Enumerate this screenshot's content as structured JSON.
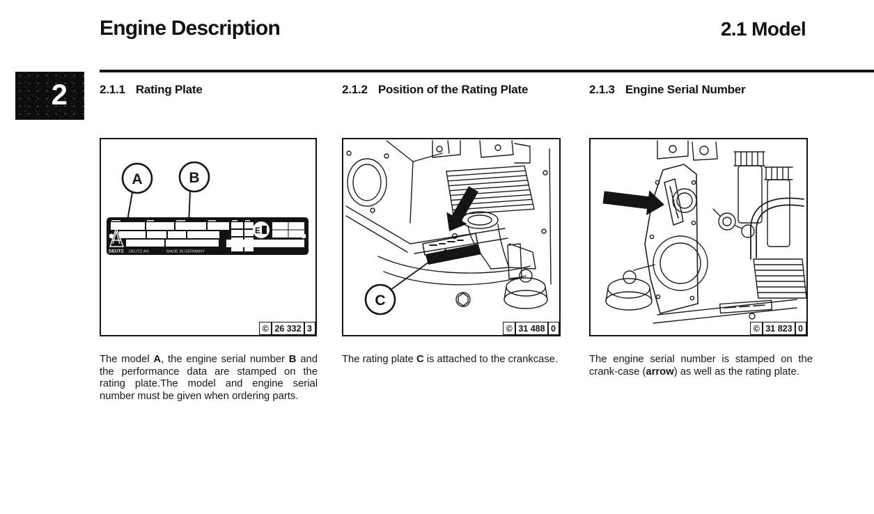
{
  "page": {
    "title": "Engine Description",
    "section": "2.1 Model",
    "chapter_tab": "2"
  },
  "sections": [
    {
      "num": "2.1.1",
      "title": "Rating Plate",
      "figure": {
        "callout_a": "A",
        "callout_b": "B",
        "plate": {
          "brand": "DEUTZ",
          "maker": "DEUTZ AG",
          "origin": "MADE IN GERMANY",
          "badge": "E"
        },
        "number": {
          "copyright": "©",
          "code": "26 332",
          "rev": "3"
        }
      },
      "caption": {
        "s1": "The model ",
        "b1": "A",
        "s2": ", the engine serial number ",
        "b2": "B",
        "s3": " and the performance data are stamped on the rating plate.The model and engine serial number must be given when ordering parts."
      }
    },
    {
      "num": "2.1.2",
      "title": "Position of the Rating Plate",
      "figure": {
        "callout_c": "C",
        "number": {
          "copyright": "©",
          "code": "31 488",
          "rev": "0"
        }
      },
      "caption": {
        "s1": "The rating plate ",
        "b1": "C",
        "s2": " is attached to the crankcase."
      }
    },
    {
      "num": "2.1.3",
      "title": "Engine Serial Number",
      "figure": {
        "number": {
          "copyright": "©",
          "code": "31 823",
          "rev": "0"
        }
      },
      "caption": {
        "s1": "The engine serial number is stamped on the crank-case (",
        "b1": "arrow",
        "s2": ") as well as the rating plate."
      }
    }
  ]
}
